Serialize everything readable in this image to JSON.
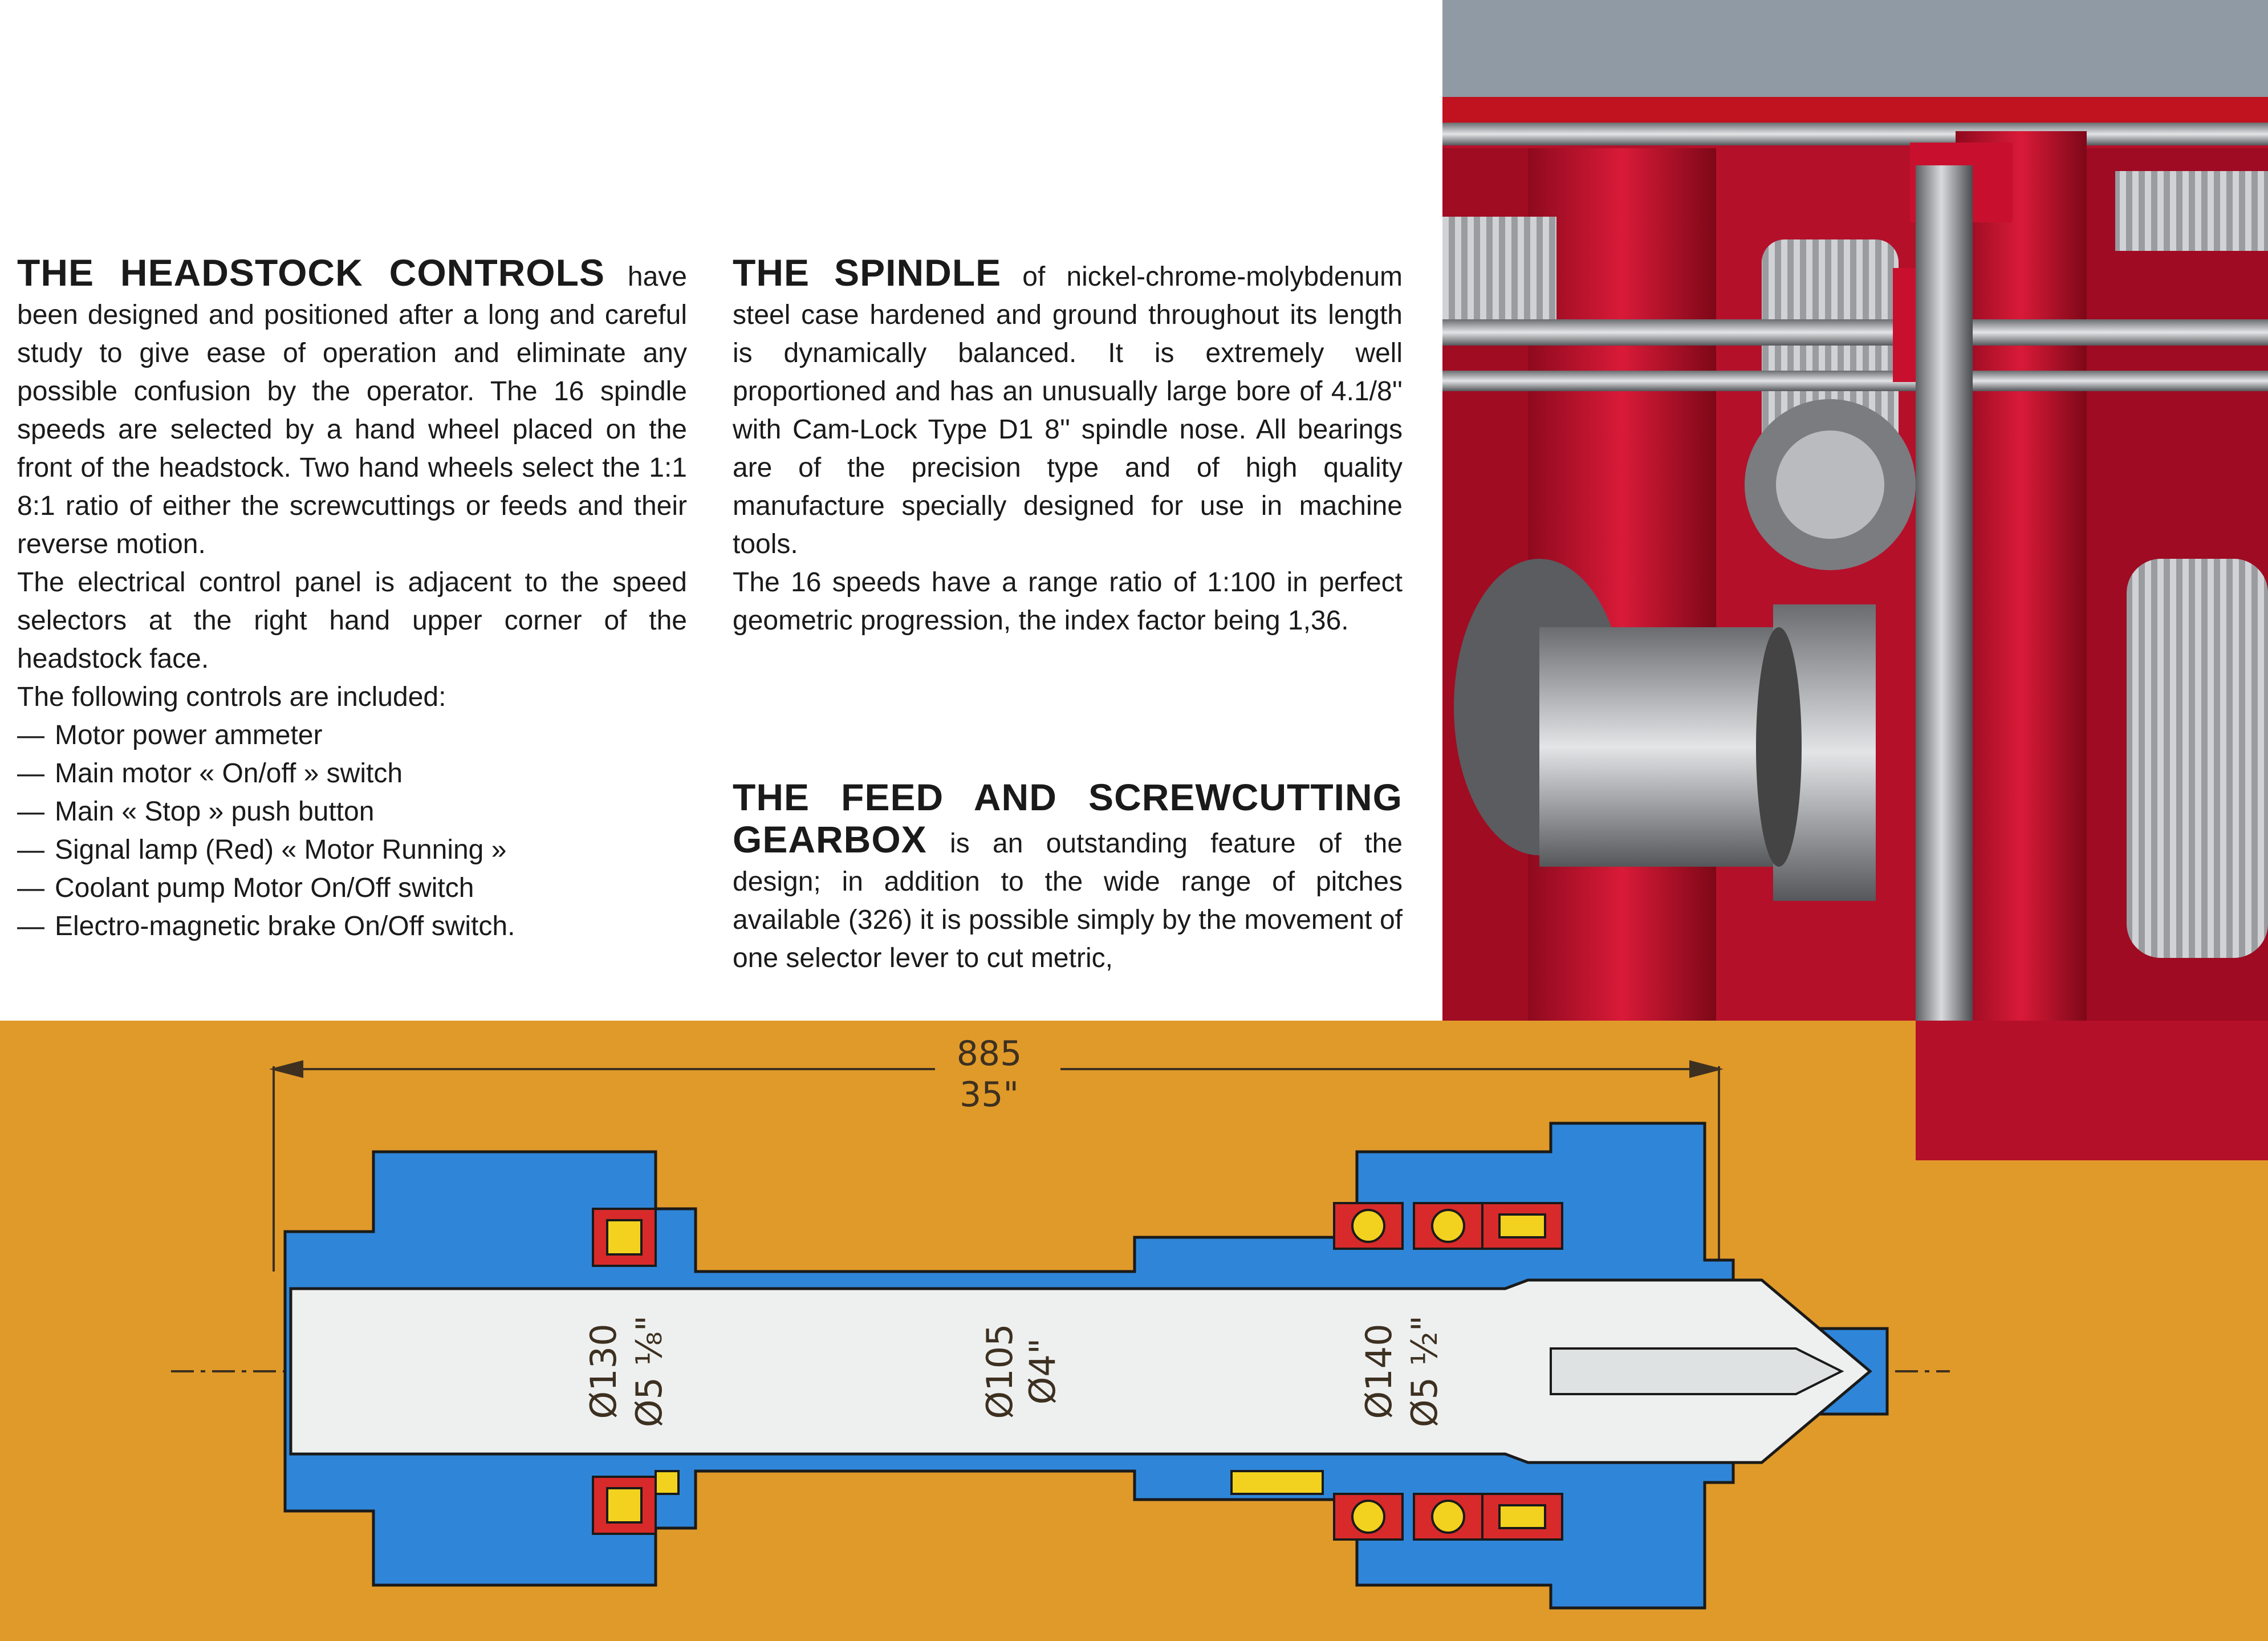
{
  "headstock": {
    "title": "THE HEADSTOCK CONTROLS",
    "para1": "have been designed and positioned after a long and careful study to give ease of operation and eliminate any possible confusion by the operator. The 16 spindle speeds are selected by a hand wheel placed on the front of the headstock. Two hand wheels select the 1:1 8:1 ratio of either the screwcuttings or feeds and their reverse motion.",
    "para2": "The electrical control panel is adjacent to the speed selectors at the right hand upper corner of the headstock face.",
    "intro": "The following controls are included:",
    "controls": [
      "Motor power ammeter",
      "Main motor « On/off » switch",
      "Main « Stop » push button",
      "Signal lamp (Red) « Motor Running »",
      "Coolant pump Motor On/Off switch",
      "Electro-magnetic brake On/Off switch."
    ],
    "dash": "—"
  },
  "spindle": {
    "title": "THE SPINDLE",
    "para1": "of nickel-chrome-molybdenum steel case hardened and ground throughout its length is dynamically balanced. It is extremely well proportioned and has an unusually large bore of 4.1/8'' with Cam-Lock Type D1 8'' spindle nose. All bearings are of the precision type and of high quality manufacture specially designed for use in machine tools.",
    "para2": "The 16 speeds have a range ratio of 1:100 in perfect geometric progression, the index factor being 1,36."
  },
  "gearbox": {
    "title": "THE FEED AND SCREWCUTTING GEARBOX",
    "para1": "is an outstanding feature of the design; in addition to the wide range of pitches available (326) it is possible simply by the movement of one selector lever to cut metric,"
  },
  "diagram": {
    "length_mm": "885",
    "length_in": "35\"",
    "dia_left_mm": "Ø130",
    "dia_left_in": "Ø5 ⅛\"",
    "dia_mid_mm": "Ø105",
    "dia_mid_in": "Ø4\"",
    "dia_right_mm": "Ø140",
    "dia_right_in": "Ø5 ½\""
  },
  "colors": {
    "background_orange": "#e09a2a",
    "housing_blue": "#2f86d8",
    "bore_grey": "#eef0f0",
    "bearing_red": "#d82a2a",
    "bearing_yellow": "#f2d21e",
    "machine_red": "#c8102e"
  }
}
